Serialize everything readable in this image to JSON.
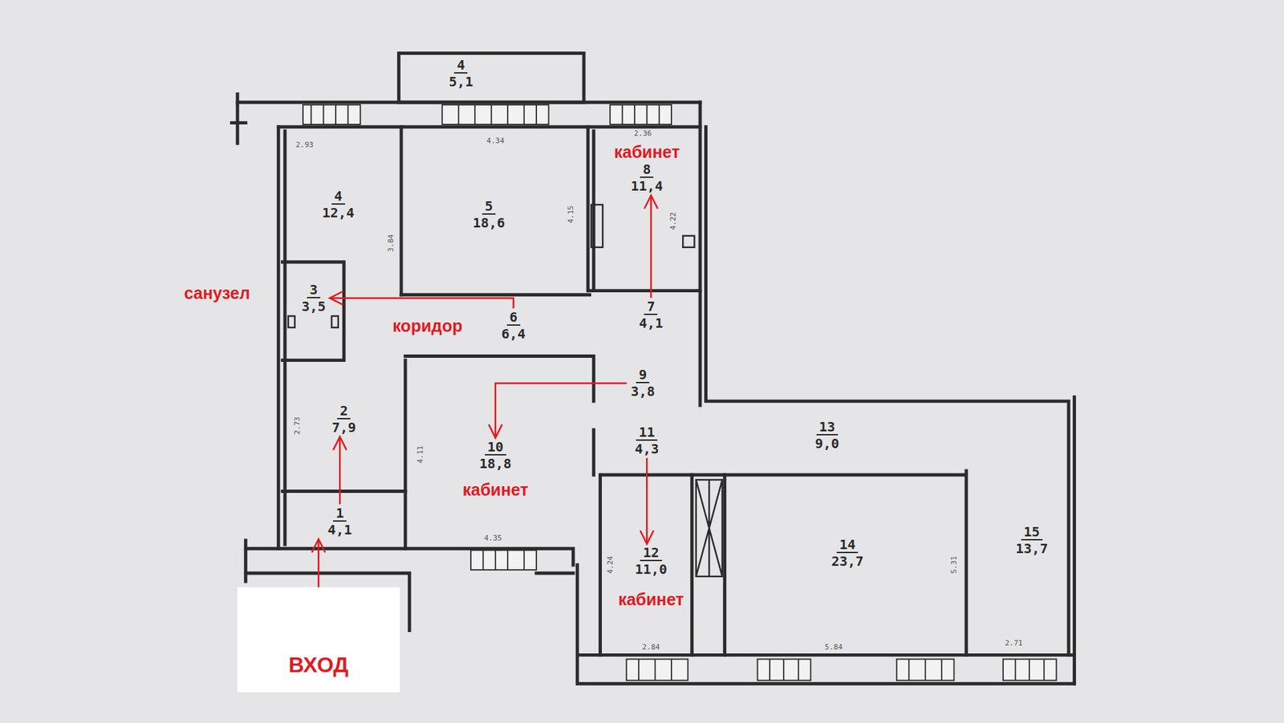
{
  "diagram": {
    "nodes": [
      {
        "text": [
          "4",
          "5,1"
        ]
      },
      {
        "text": [
          "4",
          "12,4"
        ]
      },
      {
        "text": [
          "5",
          "18,6"
        ]
      },
      {
        "text": [
          "кабинет",
          "8",
          "11,4"
        ]
      },
      {
        "text": [
          "3",
          "3,5"
        ]
      },
      {
        "text": [
          "6",
          "6,4"
        ]
      },
      {
        "text": [
          "7",
          "4,1"
        ]
      },
      {
        "text": [
          "9",
          "3,8"
        ]
      },
      {
        "text": [
          "2",
          "7,9"
        ]
      },
      {
        "text": [
          "10",
          "18,8",
          "кабинет"
        ]
      },
      {
        "text": [
          "11",
          "4,3"
        ]
      },
      {
        "text": [
          "13",
          "9,0"
        ]
      },
      {
        "text": [
          "12",
          "11,0",
          "кабинет"
        ]
      },
      {
        "text": [
          "14",
          "23,7"
        ]
      },
      {
        "text": [
          "15",
          "13,7"
        ]
      },
      {
        "text": [
          "1",
          "4,1"
        ]
      },
      {
        "text": [
          "ВХОД"
        ]
      }
    ],
    "edges": [
      {
        "from": 16,
        "to": 15,
        "arrow": "to"
      },
      {
        "from": 15,
        "to": 8,
        "arrow": "to"
      },
      {
        "from": 5,
        "to": 4,
        "arrow": "to"
      },
      {
        "from": 6,
        "to": 3,
        "arrow": "to"
      },
      {
        "from": 7,
        "to": 9,
        "arrow": "to"
      },
      {
        "from": 10,
        "to": 12,
        "arrow": "to"
      }
    ],
    "labels": [
      "санузел",
      "коридор",
      "2.93",
      "4.34",
      "2.36",
      "4.15",
      "4.22",
      "3.84",
      "2.73",
      "4.11",
      "4.35",
      "4.24",
      "5.31",
      "2.84",
      "5.84",
      "2.71"
    ]
  }
}
